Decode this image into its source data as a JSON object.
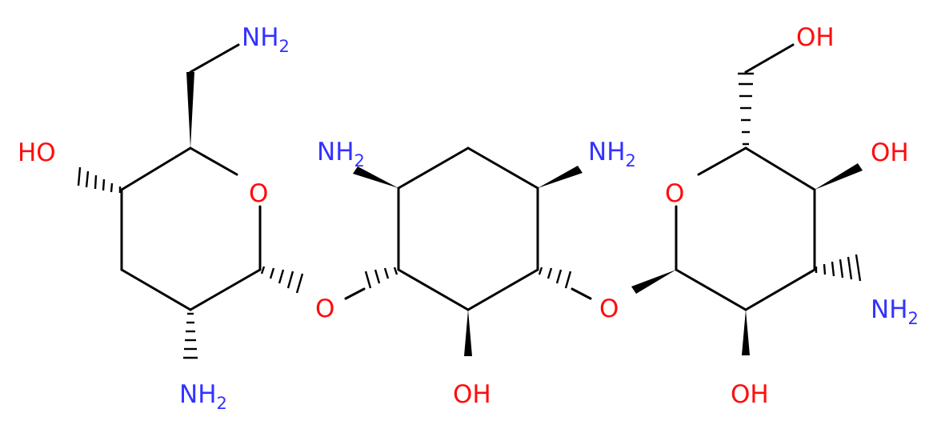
{
  "colors": {
    "bond": "#000000",
    "nitrogen": "#3333ff",
    "oxygen": "#ff0d0d",
    "background": "#ffffff"
  },
  "atoms": {
    "nh2_top": "NH2",
    "oh_left": "HO",
    "o_ring_left": "O",
    "nh2_left_bottom": "NH2",
    "o_link_left": "O",
    "nh2_center_left": "NH2",
    "nh2_center_right": "NH2",
    "oh_center_bottom": "OH",
    "o_link_right": "O",
    "o_ring_right": "O",
    "oh_top_right": "OH",
    "oh_right": "OH",
    "nh2_right": "NH2",
    "oh_bottom_right": "OH"
  }
}
